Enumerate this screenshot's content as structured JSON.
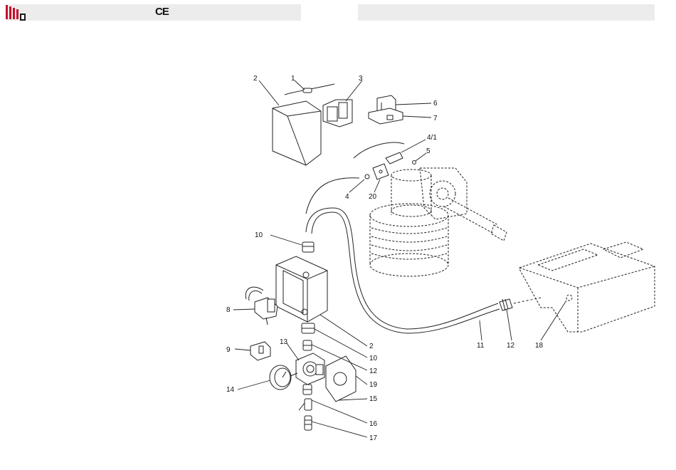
{
  "header": {
    "ce_mark": "CE"
  },
  "diagram": {
    "callouts": {
      "c1": "1",
      "c2_top": "2",
      "c3": "3",
      "c6": "6",
      "c7": "7",
      "c41": "4/1",
      "c5": "5",
      "c4": "4",
      "c20": "20",
      "c10_left": "10",
      "c8": "8",
      "c9": "9",
      "c13": "13",
      "c14": "14",
      "c2_right": "2",
      "c10_right": "10",
      "c12_right": "12",
      "c19": "19",
      "c15": "15",
      "c16": "16",
      "c17": "17",
      "c11": "11",
      "c12_mid": "12",
      "c18": "18"
    }
  }
}
